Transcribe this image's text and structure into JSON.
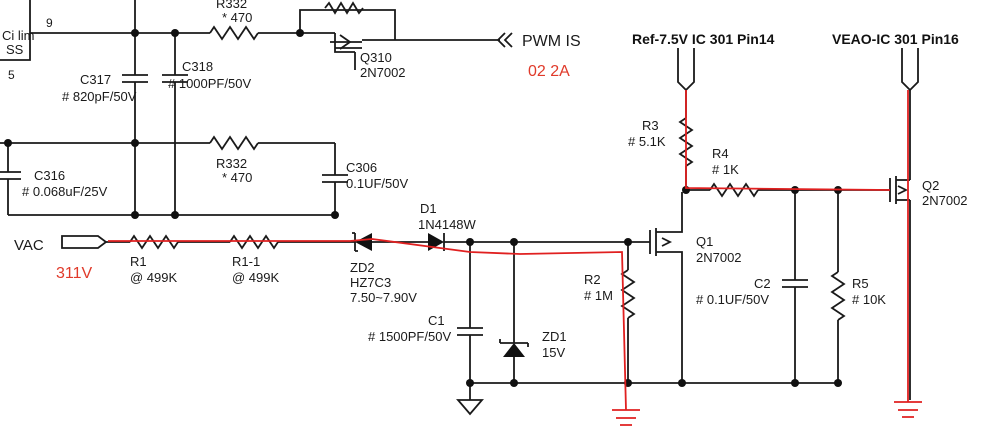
{
  "chip_box": {
    "line1": "Ci lim",
    "line2": "SS",
    "pin9": "9",
    "pin5": "5"
  },
  "components": {
    "r332_top": {
      "name": "R332",
      "value": "* 470"
    },
    "r332_mid": {
      "name": "R332",
      "value": "* 470"
    },
    "c317": {
      "name": "C317",
      "value": "# 820pF/50V"
    },
    "c318": {
      "name": "C318",
      "value": "# 1000PF/50V"
    },
    "c316": {
      "name": "C316",
      "value": "# 0.068uF/25V"
    },
    "c306": {
      "name": "C306",
      "value": "0.1UF/50V"
    },
    "q310": {
      "name": "Q310",
      "value": "2N7002"
    },
    "r1": {
      "name": "R1",
      "value": "@ 499K"
    },
    "r1_1": {
      "name": "R1-1",
      "value": "@ 499K"
    },
    "zd2": {
      "name": "ZD2",
      "value": "HZ7C3",
      "extra": "7.50~7.90V"
    },
    "d1": {
      "name": "D1",
      "value": "1N4148W"
    },
    "c1": {
      "name": "C1",
      "value": "# 1500PF/50V"
    },
    "zd1": {
      "name": "ZD1",
      "value": "15V"
    },
    "r2": {
      "name": "R2",
      "value": "# 1M"
    },
    "q1": {
      "name": "Q1",
      "value": "2N7002"
    },
    "r3": {
      "name": "R3",
      "value": "# 5.1K"
    },
    "r4": {
      "name": "R4",
      "value": "# 1K"
    },
    "c2": {
      "name": "C2",
      "value": "# 0.1UF/50V"
    },
    "r5": {
      "name": "R5",
      "value": "# 10K"
    },
    "q2": {
      "name": "Q2",
      "value": "2N7002"
    }
  },
  "net_labels": {
    "pwm": "PWM IS",
    "vac": "VAC",
    "ref": "Ref-7.5V IC 301 Pin14",
    "veao": "VEAO-IC 301 Pin16"
  },
  "annotations": {
    "pwm_value": "02 2A",
    "vac_value": "311V"
  },
  "colors": {
    "ink": "#1a1a1a",
    "annotation_red": "#e02020"
  }
}
